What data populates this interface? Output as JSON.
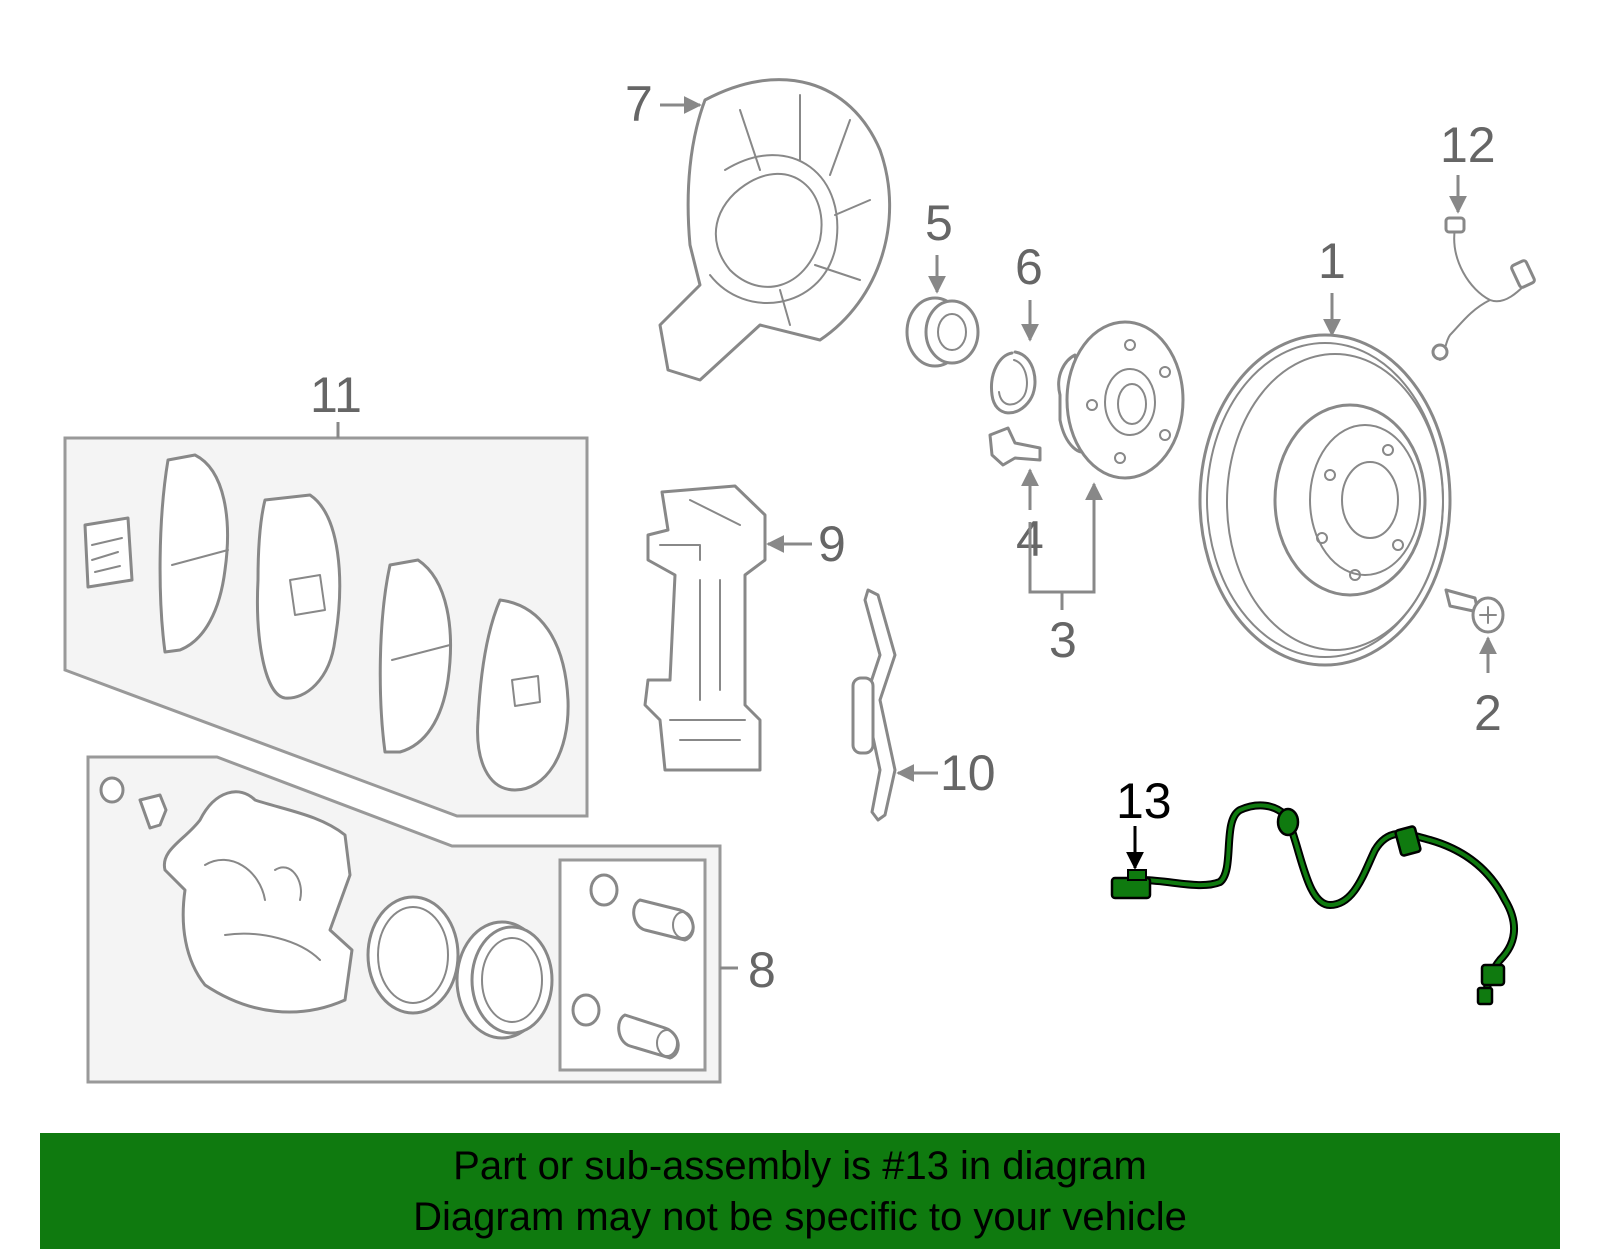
{
  "callouts": {
    "c1": "1",
    "c2": "2",
    "c3": "3",
    "c4": "4",
    "c5": "5",
    "c6": "6",
    "c7": "7",
    "c8": "8",
    "c9": "9",
    "c10": "10",
    "c11": "11",
    "c12": "12",
    "c13": "13"
  },
  "highlight": {
    "part": "13",
    "color": "#0f7a0f"
  },
  "banner": {
    "line1": "Part or sub-assembly is #13 in diagram",
    "line2": "Diagram may not be specific to your vehicle"
  }
}
